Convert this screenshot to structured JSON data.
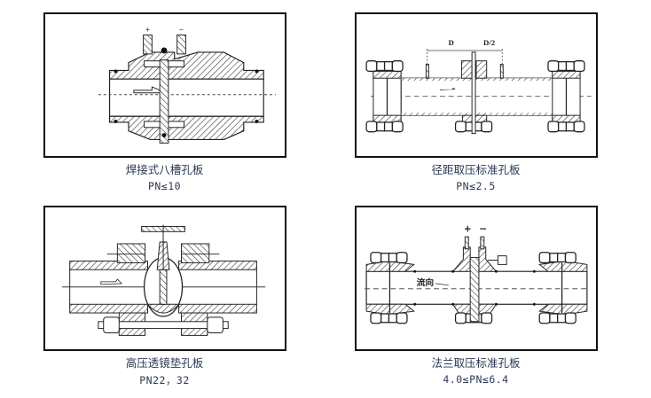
{
  "figures": [
    {
      "title": "焊接式八槽孔板",
      "pressure": "PN≤10",
      "annotations": [
        "+",
        "−"
      ]
    },
    {
      "title": "径距取压标准孔板",
      "pressure": "PN≤2.5",
      "annotations": [
        "D",
        "D/2"
      ]
    },
    {
      "title": "高压透镜垫孔板",
      "pressure": "PN22，32",
      "annotations": []
    },
    {
      "title": "法兰取压标准孔板",
      "pressure": "4.0≤PN≤6.4",
      "annotations": [
        "+",
        "−",
        "流向"
      ]
    }
  ],
  "colors": {
    "line": "#222222",
    "caption": "#2a3a55",
    "border": "#111111"
  }
}
